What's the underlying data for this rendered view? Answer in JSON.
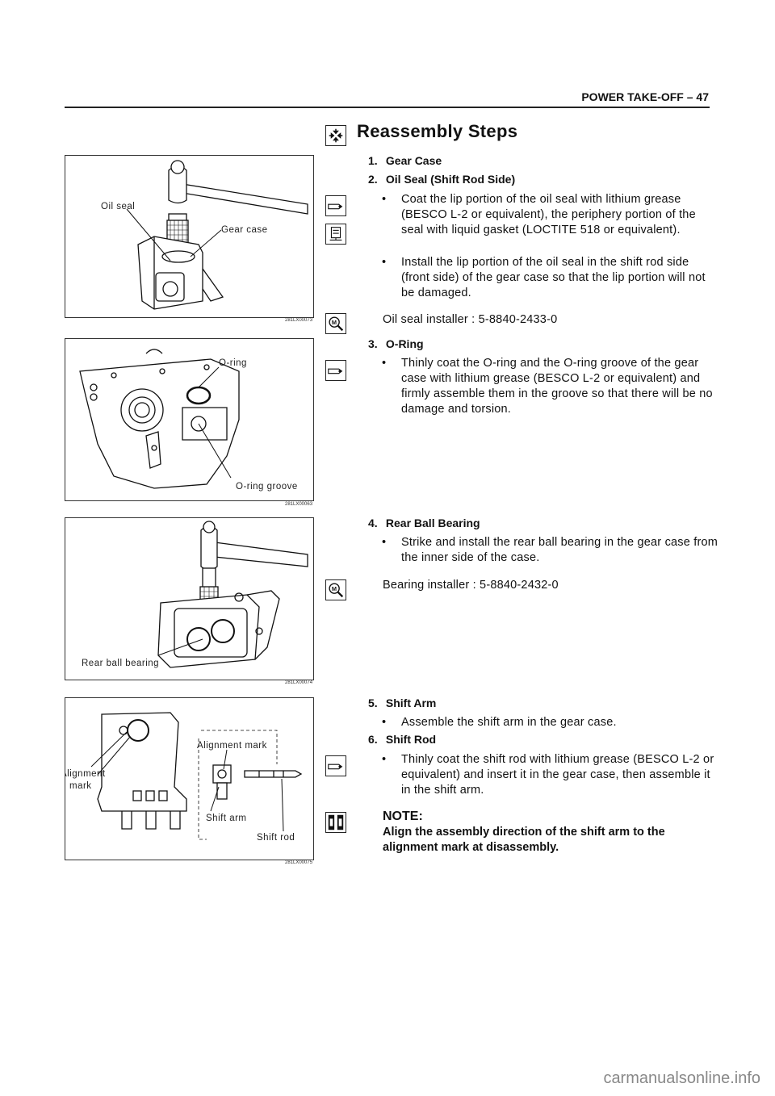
{
  "header": {
    "text": "POWER TAKE-OFF – 47"
  },
  "section": {
    "title": "Reassembly Steps"
  },
  "steps": {
    "s1": {
      "num": "1.",
      "title": "Gear Case"
    },
    "s2": {
      "num": "2.",
      "title": "Oil Seal (Shift Rod Side)",
      "b1": "Coat the lip portion of the oil seal with lithium grease (BESCO L-2 or equivalent), the periphery portion of the seal with liquid gasket (LOCTITE 518 or equivalent).",
      "b2": "Install the lip portion of the oil seal in the shift rod side (front side) of the gear case so that the lip portion will not be damaged.",
      "tool": "Oil seal installer : 5-8840-2433-0"
    },
    "s3": {
      "num": "3.",
      "title": "O-Ring",
      "b1": "Thinly coat the O-ring and the O-ring groove of the gear case with lithium grease (BESCO L-2 or equivalent) and firmly assemble them in the groove so that there will be no damage and torsion."
    },
    "s4": {
      "num": "4.",
      "title": "Rear Ball Bearing",
      "b1": "Strike and install the rear ball bearing in the gear case from the inner side of the case.",
      "tool": "Bearing installer : 5-8840-2432-0"
    },
    "s5": {
      "num": "5.",
      "title": "Shift Arm",
      "b1": "Assemble the shift arm in the gear case."
    },
    "s6": {
      "num": "6.",
      "title": "Shift Rod",
      "b1": "Thinly coat the shift rod with lithium grease (BESCO L-2 or equivalent) and insert it in the gear case, then assemble it in the shift arm."
    }
  },
  "note": {
    "title": "NOTE:",
    "text": "Align the assembly direction of the shift arm to the alignment mark at disassembly."
  },
  "bullet_char": "•",
  "figures": {
    "f1": {
      "code": "281LX00073",
      "label1": "Oil seal",
      "label2": "Gear case"
    },
    "f2": {
      "code": "281LX00063",
      "label1": "O-ring",
      "label2": "O-ring groove"
    },
    "f3": {
      "code": "281LX00074",
      "label1": "Rear ball bearing"
    },
    "f4": {
      "code": "281LX00075",
      "label1": "Alignment mark",
      "label2a": "Alignment",
      "label2b": "mark",
      "label3": "Shift arm",
      "label4": "Shift rod"
    }
  },
  "watermark": "carmanualsonline.info"
}
